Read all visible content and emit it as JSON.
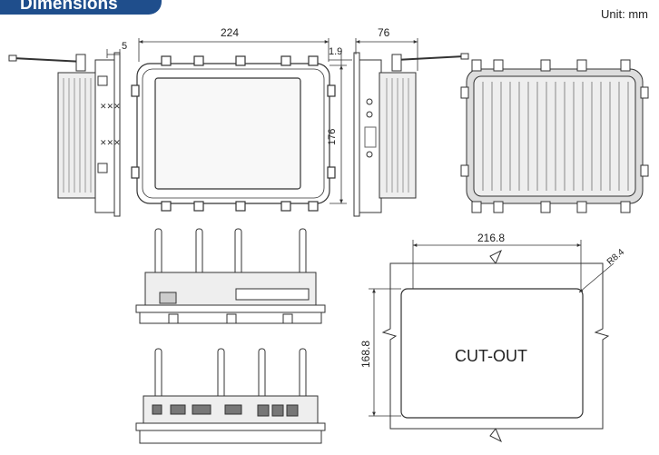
{
  "header": {
    "title": "Dimensions"
  },
  "unit": "Unit: mm",
  "dimensions": {
    "width": "224",
    "offset": "1.9",
    "side_offset": "5",
    "height": "176",
    "depth": "76"
  },
  "cutout": {
    "label": "CUT-OUT",
    "width": "216.8",
    "height": "168.8",
    "radius": "R8.4"
  },
  "colors": {
    "header": "#1f4e8c",
    "line": "#333333"
  }
}
